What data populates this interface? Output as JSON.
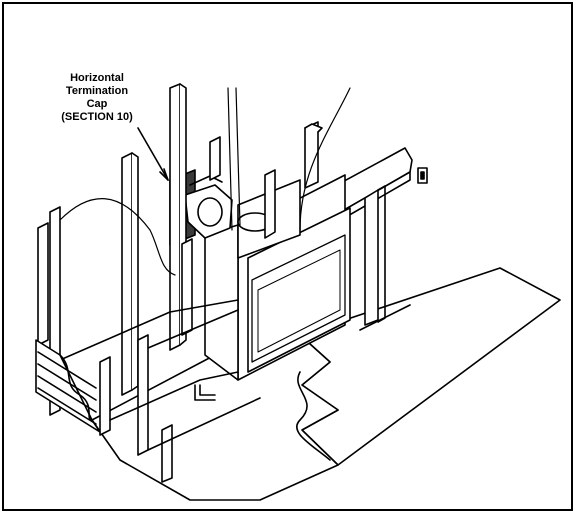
{
  "callout": {
    "line1": "Horizontal",
    "line2": "Termination",
    "line3": "Cap",
    "line4": "(SECTION 10)"
  },
  "colors": {
    "ink": "#000000",
    "paper": "#ffffff",
    "shade": "#3a3a3a"
  }
}
